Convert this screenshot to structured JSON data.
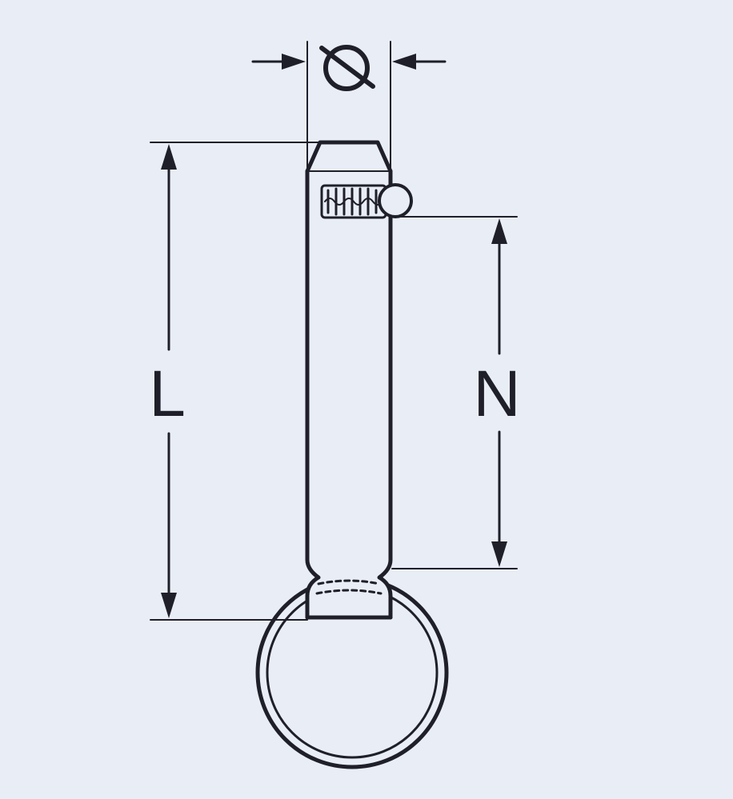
{
  "diagram": {
    "labels": {
      "diameter": "Ø",
      "length": "L",
      "usable_length": "N"
    },
    "colors": {
      "background": "#e9edf6",
      "line": "#1f1f2a"
    },
    "icons": {
      "diameter_symbol": "diameter-symbol-icon",
      "pull_ring": "pull-ring-icon",
      "detent_spring": "spring-icon"
    }
  }
}
